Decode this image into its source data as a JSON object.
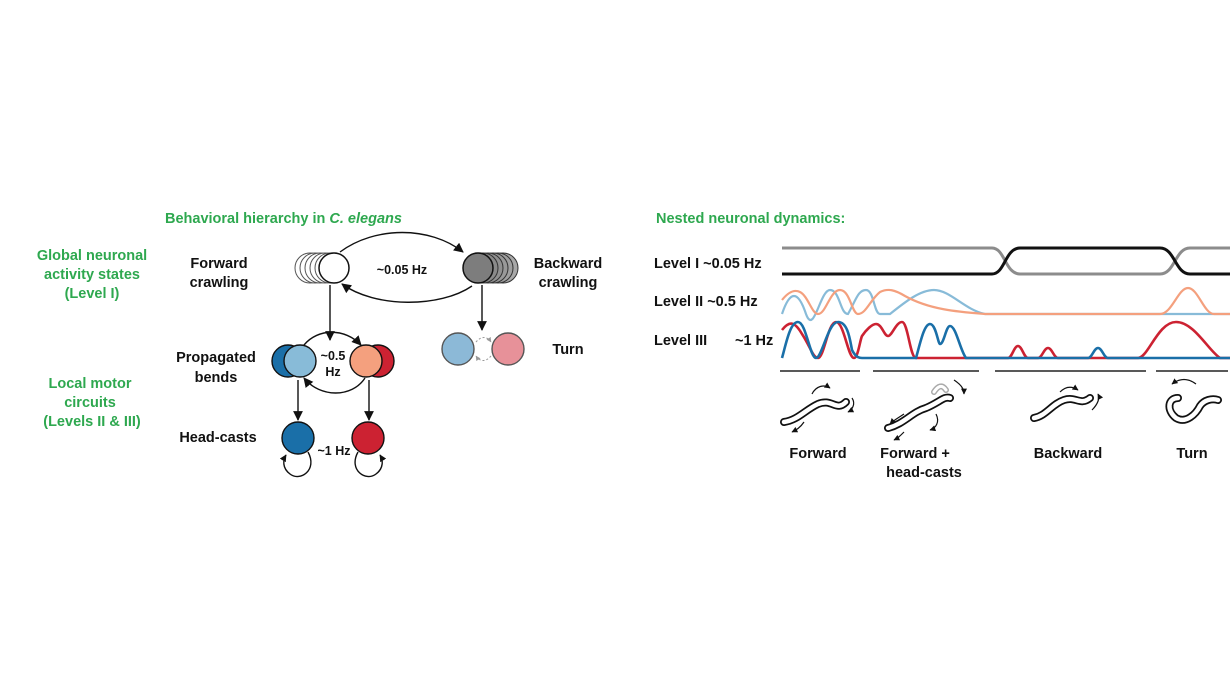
{
  "colors": {
    "accent_green": "#2ea84f",
    "dark_blue": "#1a6fa8",
    "light_blue": "#88bbd8",
    "light_salmon": "#f4a07e",
    "dark_red": "#cc2232",
    "gray": "#8c8c8c",
    "black": "#111111",
    "muted_blue": "#8cb9d7",
    "muted_pink": "#e79199"
  },
  "left_panel": {
    "title_main": "Behavioral hierarchy in ",
    "title_italic": "C. elegans",
    "global_label": [
      "Global neuronal",
      "activity states",
      "(Level I)"
    ],
    "local_label": [
      "Local motor",
      "circuits",
      "(Levels II & III)"
    ],
    "forward": [
      "Forward",
      "crawling"
    ],
    "backward": [
      "Backward",
      "crawling"
    ],
    "freq_top": "~0.05 Hz",
    "propagated": [
      "Propagated",
      "bends"
    ],
    "freq_mid": [
      "~0.5",
      "Hz"
    ],
    "turn": "Turn",
    "headcasts": "Head-casts",
    "freq_bottom": "~1 Hz"
  },
  "right_panel": {
    "title": "Nested neuronal dynamics:",
    "level1": "Level I ~0.05 Hz",
    "level2": "Level II  ~0.5 Hz",
    "level3_a": "Level III",
    "level3_b": "~1 Hz",
    "behaviors": [
      {
        "lines": [
          "Forward"
        ]
      },
      {
        "lines": [
          "Forward +",
          "head-casts"
        ]
      },
      {
        "lines": [
          "Backward"
        ]
      },
      {
        "lines": [
          "Turn"
        ]
      }
    ]
  }
}
